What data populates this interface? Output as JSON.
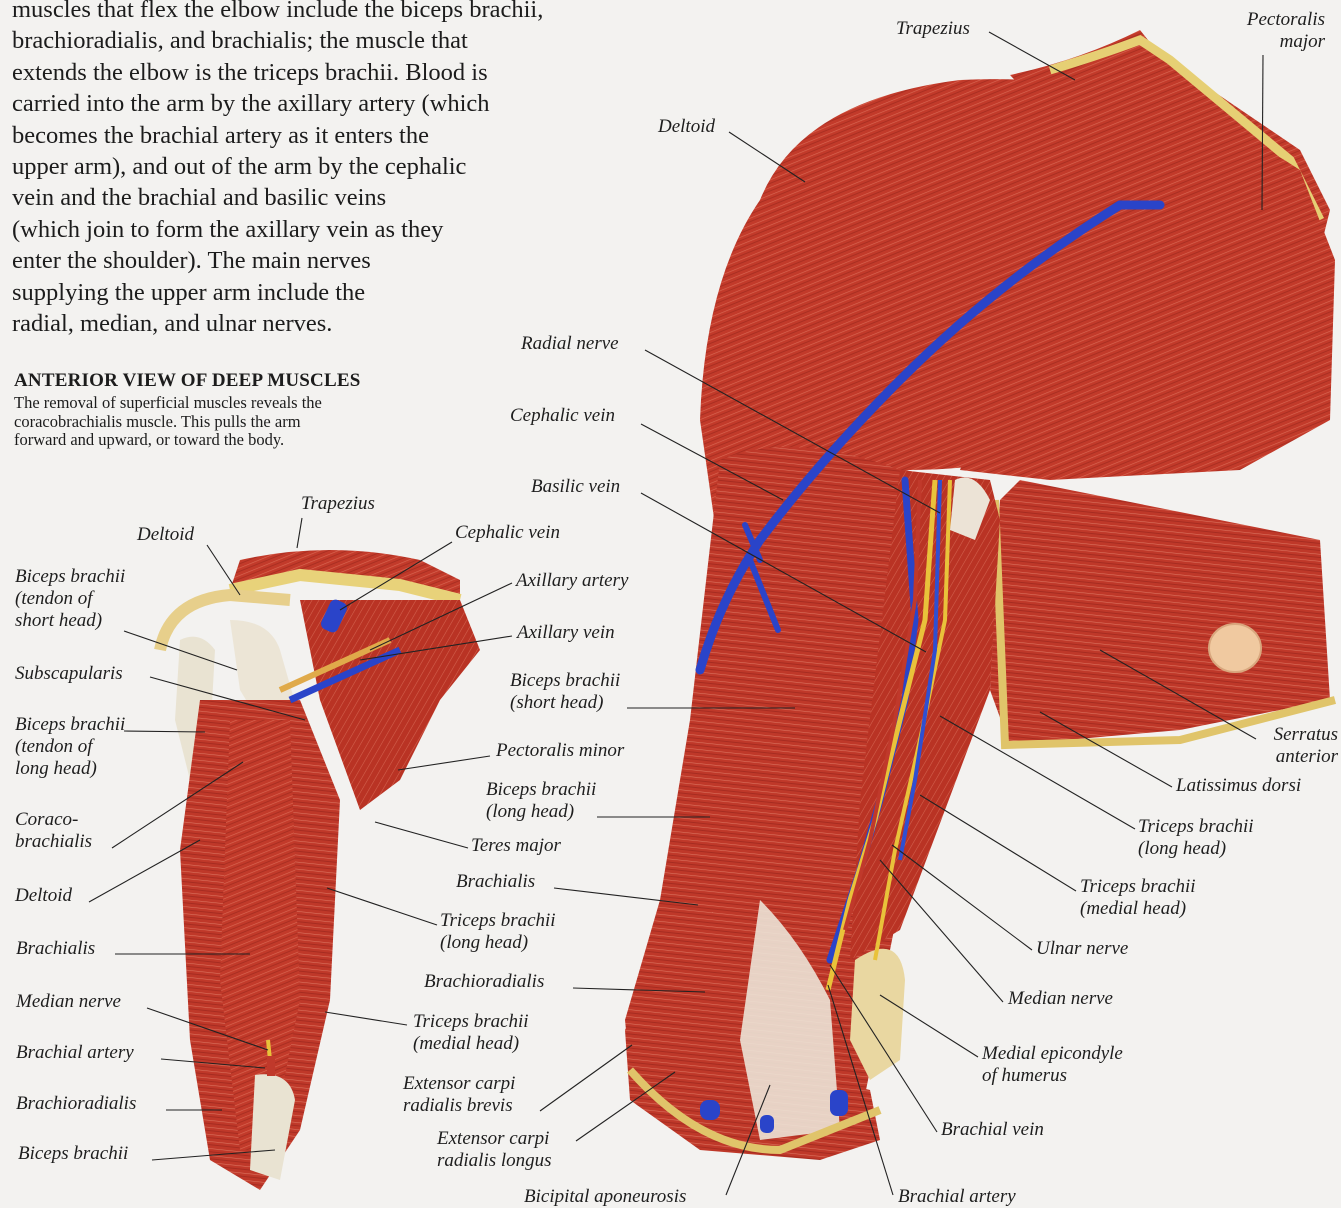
{
  "body_text": "muscles that flex the elbow include the biceps brachii,\nbrachioradialis, and brachialis; the muscle that\nextends the elbow is the triceps brachii. Blood is\ncarried into the arm by the axillary artery (which\nbecomes the brachial artery as it enters the\nupper arm), and out of the arm by the cephalic\nvein and the brachial and basilic veins\n(which join to form the axillary vein as they\nenter the shoulder). The main nerves\nsupplying the upper arm include the\nradial, median, and ulnar nerves.",
  "deep_view": {
    "heading": "ANTERIOR VIEW OF DEEP MUSCLES",
    "caption": "The removal of superficial muscles reveals the\ncoracobrachialis muscle. This pulls the arm\nforward and upward, or toward the body.",
    "labels": {
      "trapezius": "Trapezius",
      "deltoid_top": "Deltoid",
      "cephalic_vein": "Cephalic vein",
      "biceps_short_tendon": "Biceps brachii\n(tendon of\nshort head)",
      "axillary_artery": "Axillary artery",
      "axillary_vein": "Axillary vein",
      "subscapularis": "Subscapularis",
      "biceps_long_tendon": "Biceps brachii\n(tendon of\nlong head)",
      "pectoralis_minor": "Pectoralis minor",
      "coracobrachialis": "Coraco-\nbrachialis",
      "teres_major": "Teres major",
      "deltoid_lower": "Deltoid",
      "triceps_long": "Triceps brachii\n(long head)",
      "brachialis": "Brachialis",
      "median_nerve": "Median nerve",
      "triceps_medial": "Triceps brachii\n(medial head)",
      "brachial_artery": "Brachial artery",
      "brachioradialis": "Brachioradialis",
      "biceps_brachii": "Biceps brachii"
    }
  },
  "superficial_view": {
    "labels": {
      "trapezius": "Trapezius",
      "pectoralis_major": "Pectoralis\nmajor",
      "deltoid": "Deltoid",
      "radial_nerve": "Radial nerve",
      "cephalic_vein": "Cephalic vein",
      "basilic_vein": "Basilic vein",
      "biceps_short": "Biceps brachii\n(short head)",
      "biceps_long": "Biceps brachii\n(long head)",
      "brachialis": "Brachialis",
      "brachioradialis": "Brachioradialis",
      "ecr_brevis": "Extensor carpi\nradialis brevis",
      "ecr_longus": "Extensor carpi\nradialis longus",
      "bicipital_aponeurosis": "Bicipital aponeurosis",
      "brachial_artery": "Brachial artery",
      "brachial_vein": "Brachial vein",
      "medial_epicondyle": "Medial epicondyle\nof humerus",
      "median_nerve": "Median nerve",
      "ulnar_nerve": "Ulnar nerve",
      "triceps_medial": "Triceps brachii\n(medial head)",
      "triceps_long": "Triceps brachii\n(long head)",
      "latissimus_dorsi": "Latissimus dorsi",
      "serratus_anterior": "Serratus\nanterior"
    }
  },
  "colors": {
    "muscle": "#c0392b",
    "muscle_dark": "#8e1f17",
    "fat": "#e8d27a",
    "vein": "#2a44c9",
    "nerve": "#e9c23a",
    "tendon": "#e9e1d4",
    "leader": "#222222"
  }
}
